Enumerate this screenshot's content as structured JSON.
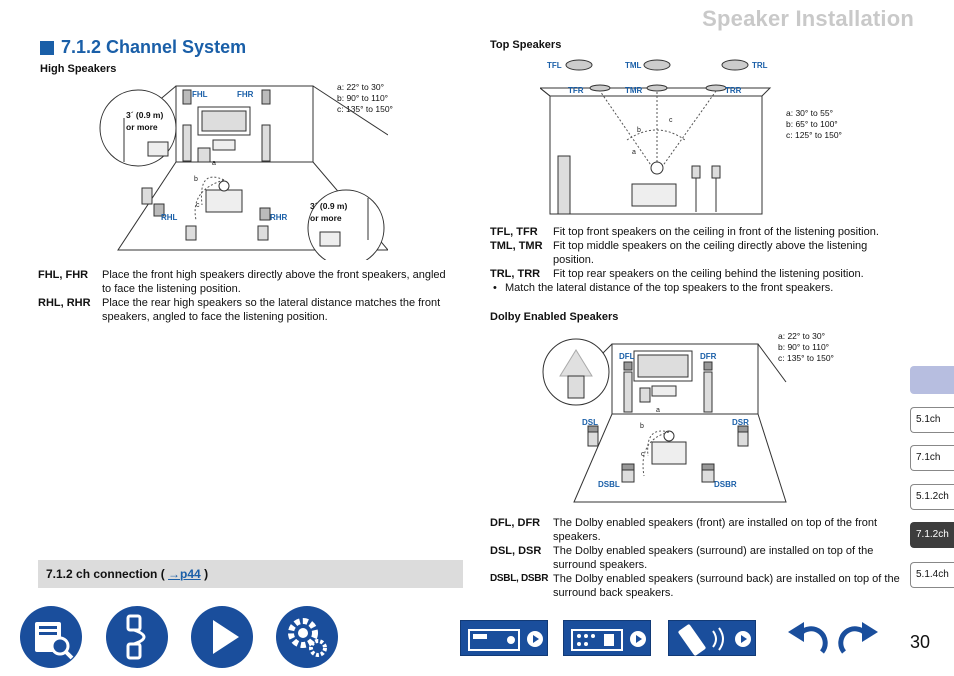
{
  "header": {
    "title": "Speaker Installation"
  },
  "section": {
    "title": "7.1.2 Channel System"
  },
  "high_speakers": {
    "heading": "High Speakers",
    "angles": [
      "a: 22° to 30°",
      "b: 90° to 110°",
      "c: 135° to 150°"
    ],
    "labels": {
      "fhl": "FHL",
      "fhr": "FHR",
      "rhl": "RHL",
      "rhr": "RHR",
      "a": "a",
      "b": "b",
      "c": "c"
    },
    "callout_left": "3´ (0.9 m)\nor more",
    "callout_right": "3´ (0.9 m)\nor more",
    "callout_left_l1": "3´ (0.9 m)",
    "callout_left_l2": "or more",
    "callout_right_l1": "3´ (0.9 m)",
    "callout_right_l2": "or more",
    "items": [
      {
        "term": "FHL, FHR",
        "text": "Place the front high speakers directly above the front speakers, angled to face the listening position."
      },
      {
        "term": "RHL, RHR",
        "text": "Place the rear high speakers so the lateral distance matches the front speakers, angled to face the listening position."
      }
    ]
  },
  "top_speakers": {
    "heading": "Top Speakers",
    "angles": [
      "a: 30° to 55°",
      "b: 65° to 100°",
      "c: 125° to 150°"
    ],
    "labels": {
      "tfl": "TFL",
      "tml": "TML",
      "trl": "TRL",
      "tfr": "TFR",
      "tmr": "TMR",
      "trr": "TRR",
      "a": "a",
      "b": "b",
      "c": "c"
    },
    "items": [
      {
        "term": "TFL, TFR",
        "text": "Fit top front speakers on the ceiling in front of the listening position."
      },
      {
        "term": "TML, TMR",
        "text": "Fit top middle speakers on the ceiling directly above the listening position."
      },
      {
        "term": "TRL, TRR",
        "text": "Fit top rear speakers on the ceiling behind the listening position."
      }
    ],
    "bullet": "Match the lateral distance of the top speakers to the front speakers."
  },
  "dolby": {
    "heading": "Dolby Enabled Speakers",
    "angles": [
      "a: 22° to 30°",
      "b: 90° to 110°",
      "c: 135° to 150°"
    ],
    "labels": {
      "dfl": "DFL",
      "dfr": "DFR",
      "dsl": "DSL",
      "dsr": "DSR",
      "dsbl": "DSBL",
      "dsbr": "DSBR",
      "a": "a",
      "b": "b",
      "c": "c"
    },
    "items": [
      {
        "term": "DFL, DFR",
        "text": "The Dolby enabled speakers (front) are installed on top of the front speakers."
      },
      {
        "term": "DSL, DSR",
        "text": "The Dolby enabled speakers (surround) are installed on top of the surround speakers."
      },
      {
        "term": "DSBL, DSBR",
        "text": "The Dolby enabled speakers (surround back) are installed on top of the surround back speakers."
      }
    ]
  },
  "connection": {
    "text": "7.1.2 ch connection (",
    "arrow": "→",
    "link": "p44",
    "close": ")"
  },
  "side_tabs": [
    "5.1ch",
    "7.1ch",
    "5.1.2ch",
    "7.1.2ch",
    "5.1.4ch"
  ],
  "active_tab": "7.1.2ch",
  "nav_icons": [
    "manual-icon",
    "connection-icon",
    "playback-icon",
    "setup-icon",
    "receiver-front-icon",
    "receiver-rear-icon",
    "remote-icon",
    "back-arrow-icon",
    "forward-arrow-icon"
  ],
  "page_number": "30",
  "colors": {
    "accent": "#1a5fa8",
    "nav": "#1a4e9c",
    "header": "#c9c9c9",
    "conn_bar": "#dcdcdc",
    "active_tab": "#3d3d3d"
  }
}
